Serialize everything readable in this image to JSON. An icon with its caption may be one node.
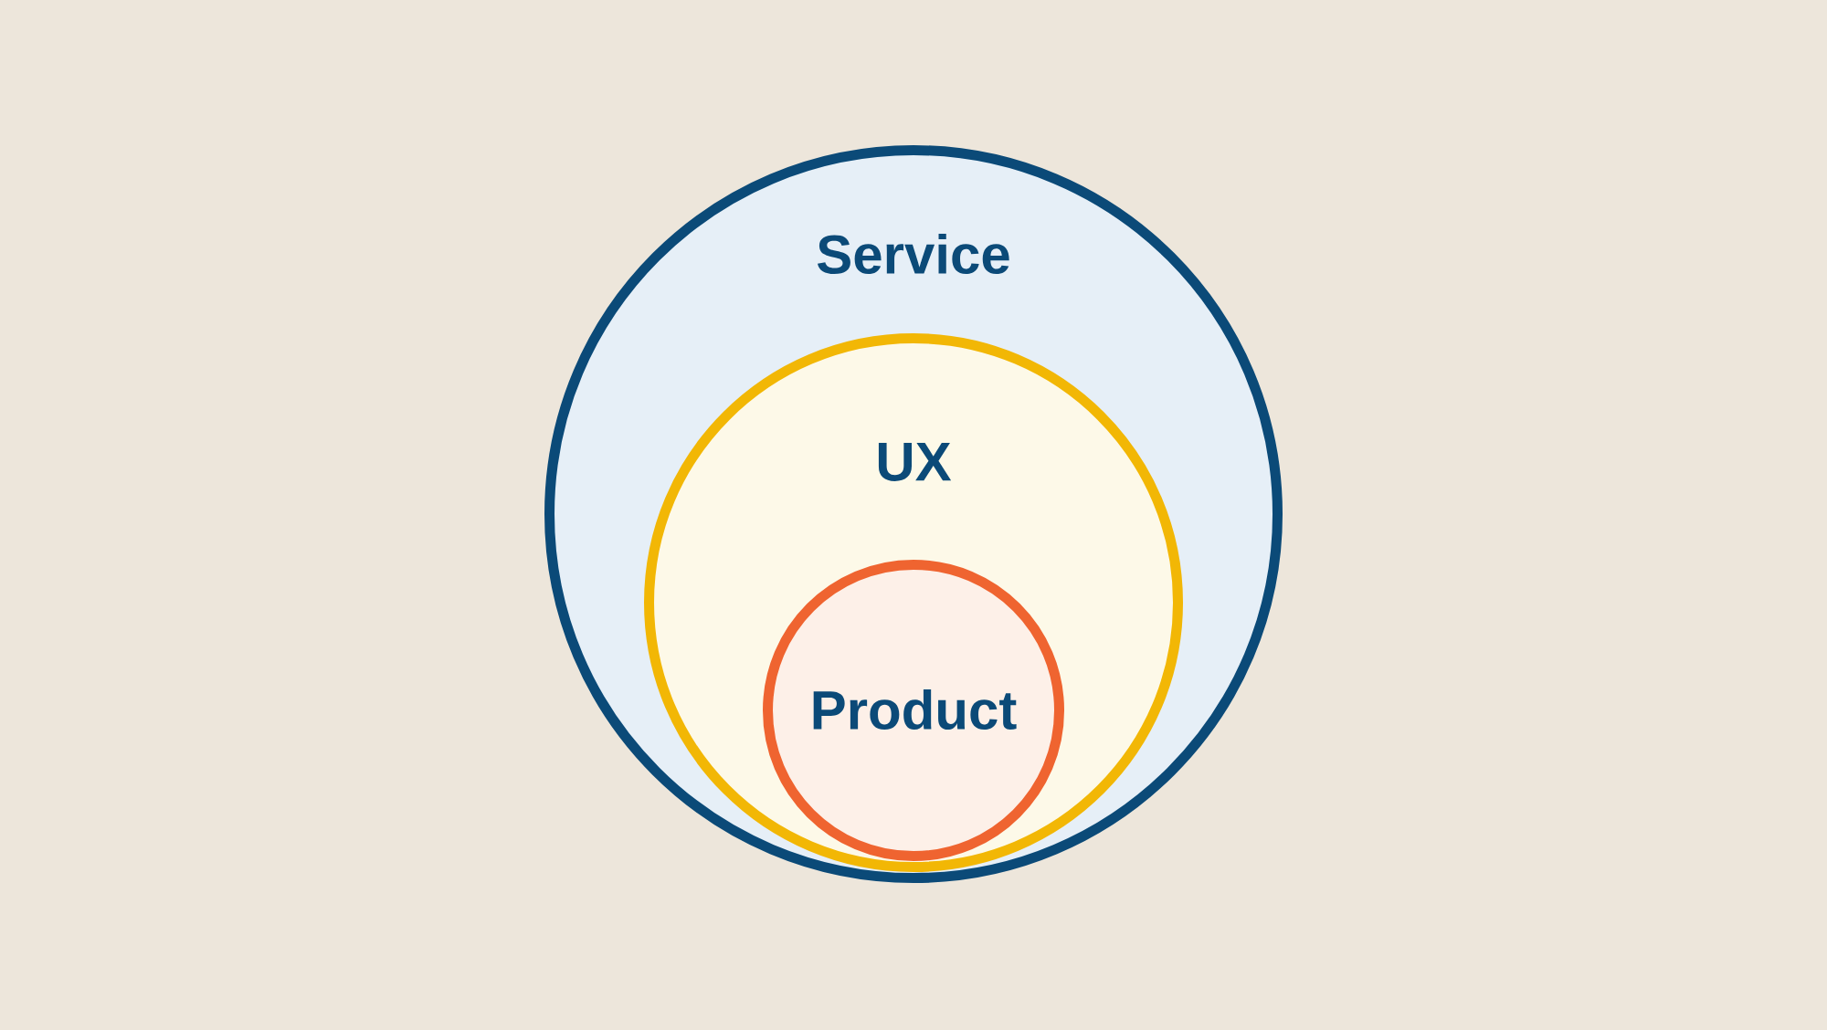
{
  "diagram": {
    "nodes": [
      {
        "text": [
          "Service"
        ]
      },
      {
        "text": [
          "UX"
        ],
        "in": 0
      },
      {
        "text": [
          "Product"
        ],
        "in": 1
      }
    ]
  }
}
